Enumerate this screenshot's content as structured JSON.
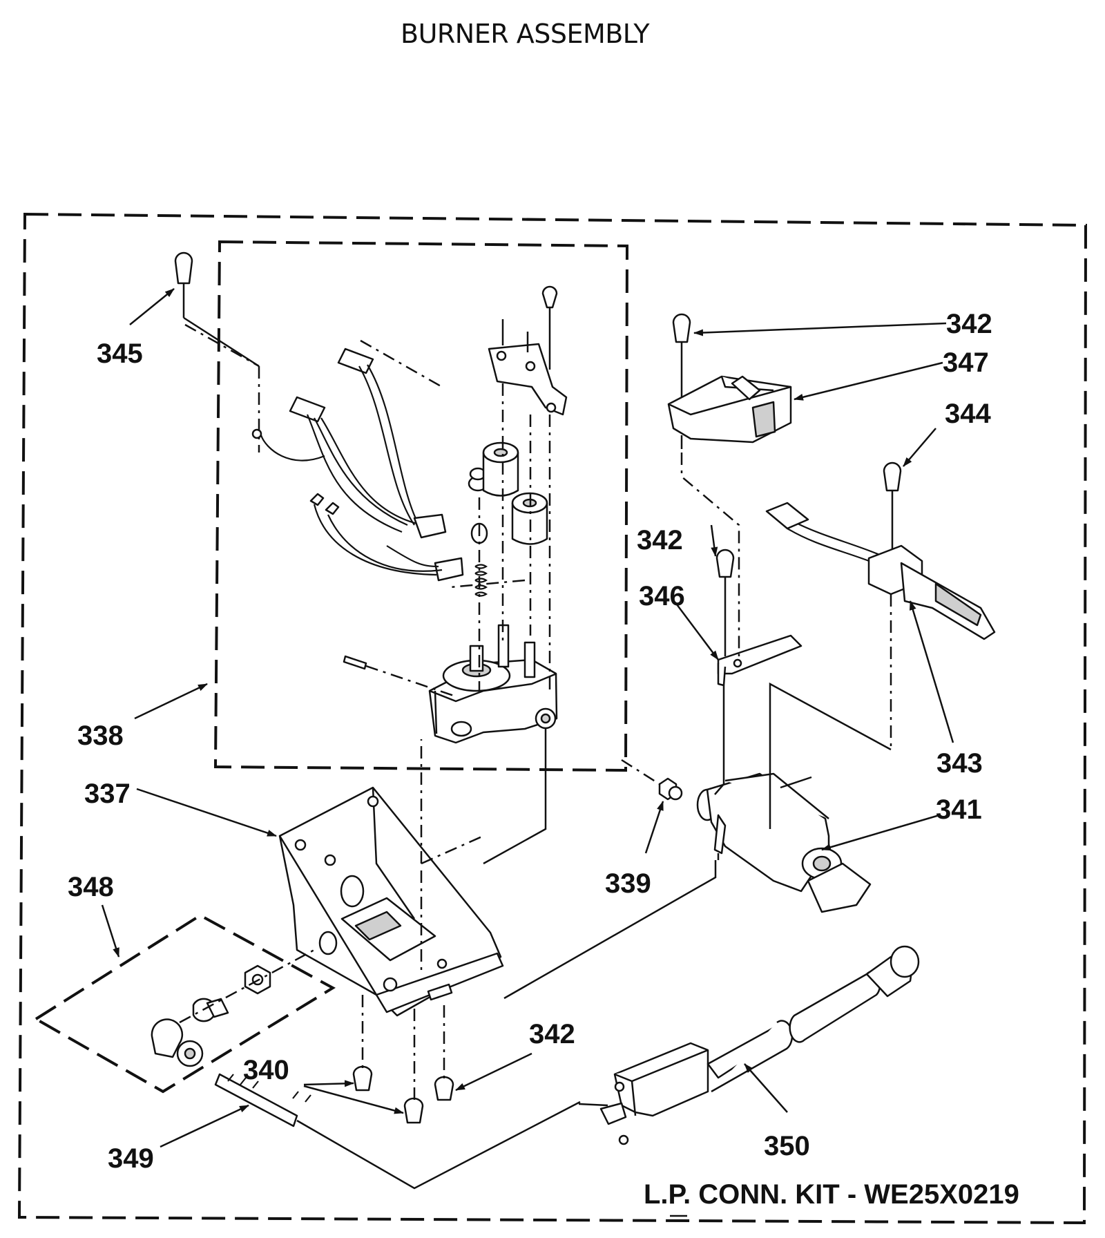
{
  "title": "BURNER ASSEMBLY",
  "kit_label": "L.P. CONN. KIT - WE25X0219",
  "callouts": {
    "c337": "337",
    "c338": "338",
    "c339": "339",
    "c340": "340",
    "c341": "341",
    "c342_top": "342",
    "c342_mid": "342",
    "c342_bottom": "342",
    "c343": "343",
    "c344": "344",
    "c345": "345",
    "c346": "346",
    "c347": "347",
    "c348": "348",
    "c349": "349",
    "c350": "350"
  }
}
